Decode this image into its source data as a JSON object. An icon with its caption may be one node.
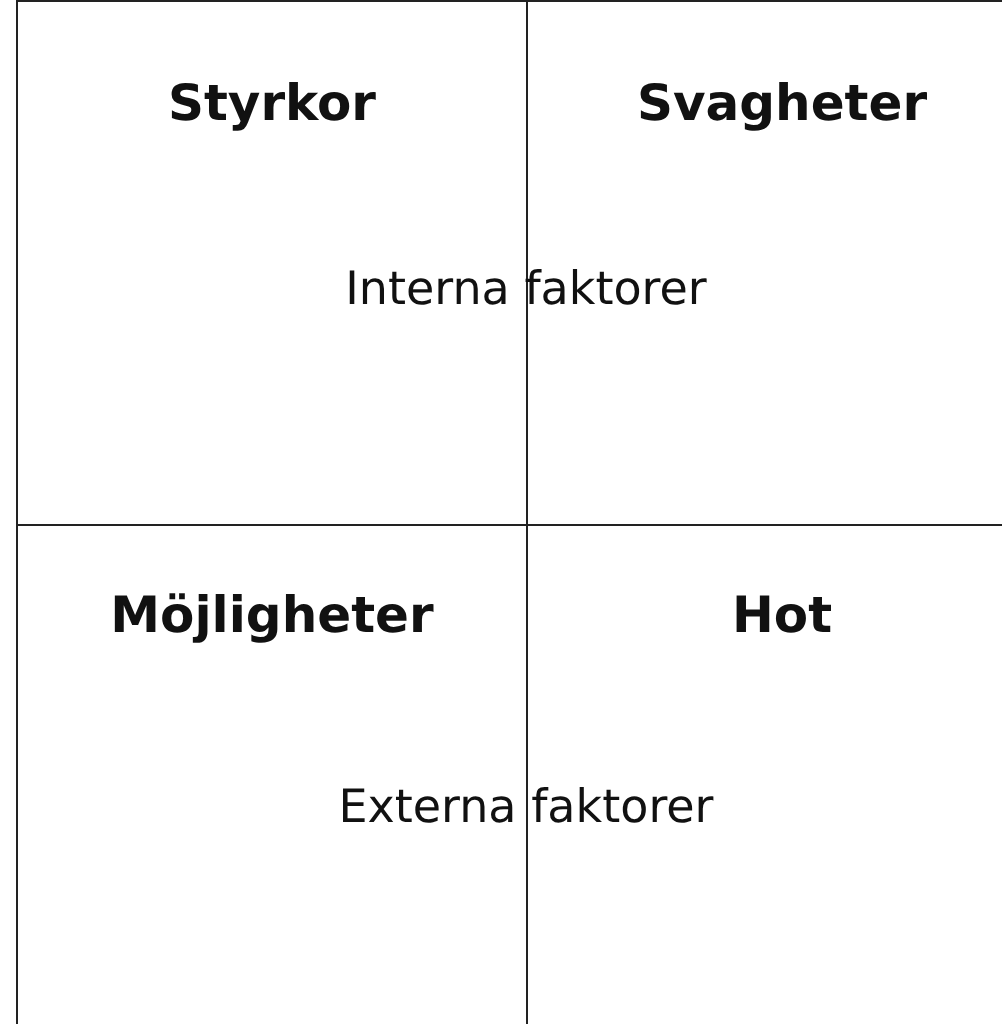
{
  "diagram": {
    "nodes": [
      {
        "text": [
          "Styrkor"
        ]
      },
      {
        "text": [
          "Svagheter"
        ]
      },
      {
        "text": [
          "Möjligheter"
        ]
      },
      {
        "text": [
          "Hot"
        ]
      }
    ],
    "labels": [
      "Interna faktorer",
      "Externa faktorer"
    ]
  }
}
